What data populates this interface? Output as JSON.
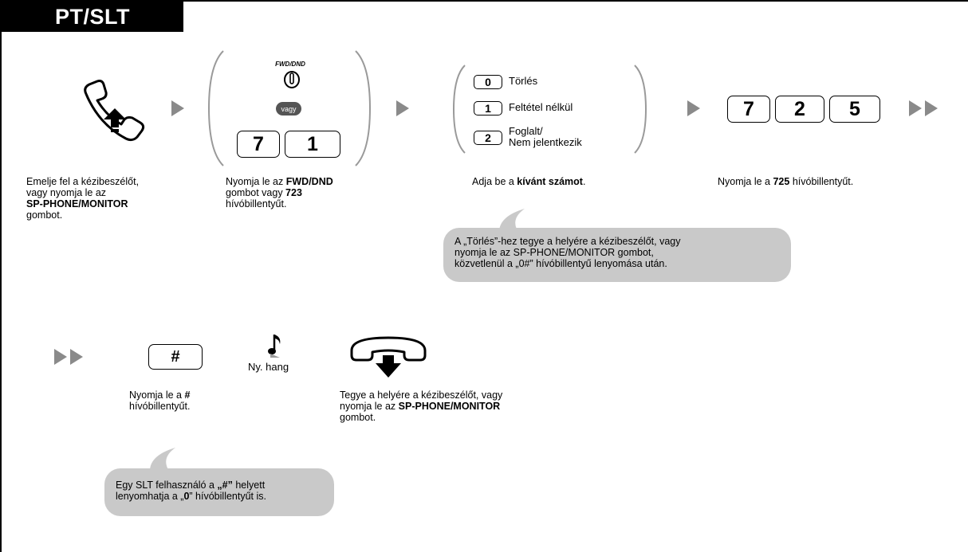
{
  "header": {
    "title": "PT/SLT"
  },
  "steps": {
    "offhook": {
      "lines": [
        "Emelje fel a kézibeszélőt,",
        "vagy nyomja le az",
        "SP-PHONE/MONITOR",
        "gombot."
      ]
    },
    "fwd": {
      "button_label": "FWD/DND",
      "or_label": "vagy",
      "keys": [
        "7",
        "1"
      ],
      "desc_prefix": "Nyomja le az ",
      "desc_bold1": "FWD/DND",
      "desc_mid": "gombot vagy ",
      "desc_bold2": "723",
      "desc_end": "hívóbillentyűt."
    },
    "options": {
      "items": [
        {
          "key": "0",
          "label": "Törlés"
        },
        {
          "key": "1",
          "label": "Feltétel nélkül"
        },
        {
          "key": "2",
          "label": "Foglalt/",
          "label2": "Nem jelentkezik"
        }
      ],
      "desc_prefix": "Adja be a ",
      "desc_bold": "kívánt számot",
      "desc_end": "."
    },
    "code": {
      "keys": [
        "7",
        "2",
        "5"
      ],
      "desc_prefix": "Nyomja le a ",
      "desc_bold": "725",
      "desc_end": " hívóbillentyűt."
    },
    "hash": {
      "key_symbol": "#",
      "desc_prefix": "Nyomja le a ",
      "desc_bold": "#",
      "desc_end": "hívóbillentyűt."
    },
    "tone": {
      "label": "Ny. hang"
    },
    "onhook": {
      "line1": "Tegye a helyére a kézibeszélőt, vagy",
      "line2_prefix": "nyomja le az ",
      "line2_bold": "SP-PHONE/MONITOR",
      "line3": "gombot."
    }
  },
  "notes": {
    "cancel_note": [
      "A „Törlés”-hez tegye a helyére a kézibeszélőt, vagy",
      "nyomja le az SP-PHONE/MONITOR gombot,",
      "közvetlenül a „0#” hívóbillentyű lenyomása után."
    ],
    "slt_note": {
      "line1_prefix": "Egy SLT felhasználó a ",
      "line1_bold": "„#”",
      "line1_end": " helyett",
      "line2_prefix": "lenyomhatja a „",
      "line2_bold": "0",
      "line2_end": "” hívóbillentyűt is."
    }
  },
  "colors": {
    "arrow": "#8a8a8a",
    "bubble": "#c9c9c9",
    "header_bg": "#000000"
  }
}
